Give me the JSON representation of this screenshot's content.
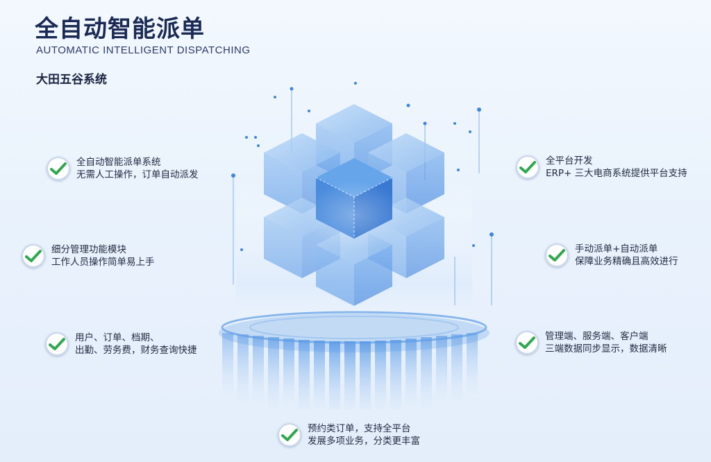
{
  "header": {
    "title_cn": "全自动智能派单",
    "title_en": "AUTOMATIC INTELLIGENT DISPATCHING",
    "company": "大田五谷系统"
  },
  "features": [
    {
      "line1": "全自动智能派单系统",
      "line2": "无需人工操作，订单自动派发"
    },
    {
      "line1": "细分管理功能模块",
      "line2": "工作人员操作简单易上手"
    },
    {
      "line1": "用户、订单、档期、",
      "line2": "出勤、劳务费，财务查询快捷"
    },
    {
      "line1": "全平台开发",
      "line2": "ERP+ 三大电商系统提供平台支持"
    },
    {
      "line1": "手动派单+自动派单",
      "line2": "保障业务精确且高效进行"
    },
    {
      "line1": "管理端、服务端、客户端",
      "line2": "三端数据同步显示，数据清晰"
    },
    {
      "line1": "预约类订单，支持全平台",
      "line2": "发展多项业务，分类更丰富"
    }
  ],
  "icons": {
    "feature_icon": "check-circle-icon",
    "illustration": "cube-cluster-platform"
  },
  "colors": {
    "check_green": "#2fa84f",
    "title": "#1b2a55",
    "cube_blue": "#3a8ee8"
  }
}
